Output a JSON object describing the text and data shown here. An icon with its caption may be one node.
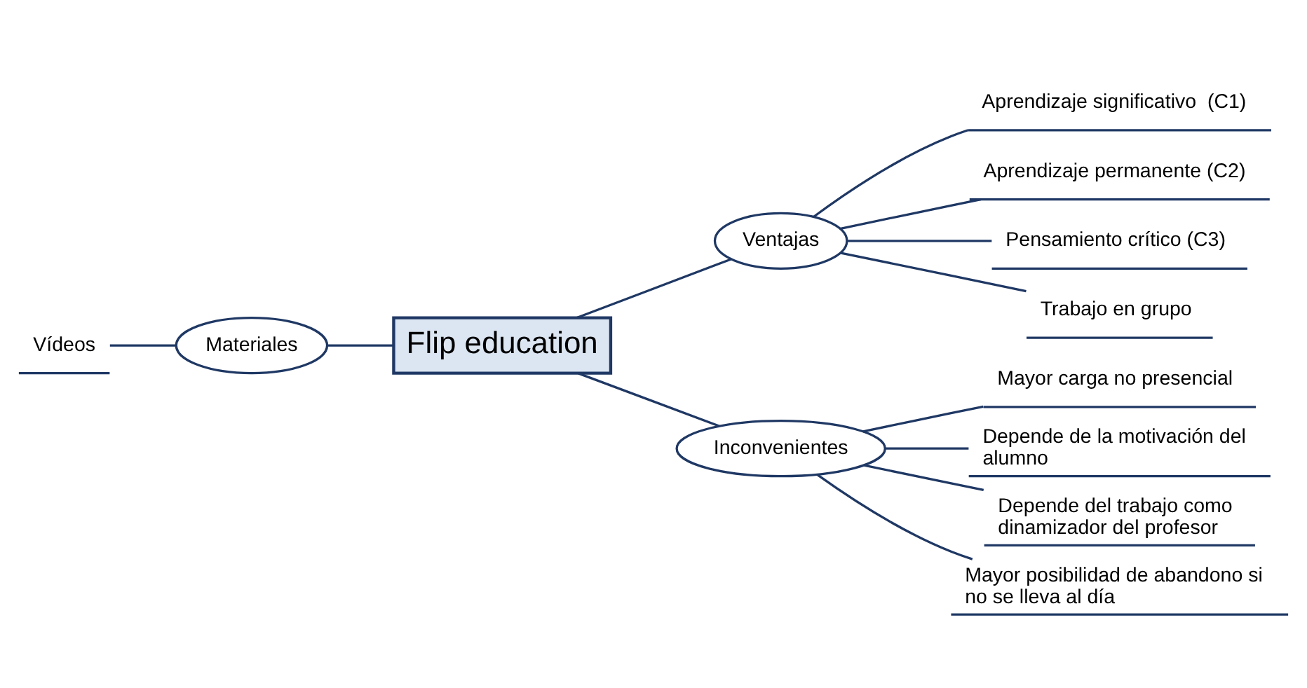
{
  "diagram": {
    "nodes": [
      {
        "text": [
          "Vídeos"
        ]
      },
      {
        "text": [
          "Materiales"
        ]
      },
      {
        "text": [
          "Flip education"
        ]
      },
      {
        "text": [
          "Ventajas"
        ]
      },
      {
        "text": [
          "Inconvenientes"
        ]
      },
      {
        "text": [
          "Aprendizaje significativo  (C1)"
        ]
      },
      {
        "text": [
          "Aprendizaje permanente (C2)"
        ]
      },
      {
        "text": [
          "Pensamiento crítico (C3)"
        ]
      },
      {
        "text": [
          "Trabajo en grupo"
        ]
      },
      {
        "text": [
          "Mayor carga no presencial"
        ]
      },
      {
        "text": [
          "Depende de la motivación del alumno"
        ]
      },
      {
        "text": [
          "Depende del trabajo como dinamizador del profesor"
        ]
      },
      {
        "text": [
          "Mayor posibilidad de abandono si no se lleva al día"
        ]
      }
    ],
    "edges": [
      {
        "from": 0,
        "to": 1,
        "arrow": "none"
      },
      {
        "from": 1,
        "to": 2,
        "arrow": "none"
      },
      {
        "from": 2,
        "to": 3,
        "arrow": "none"
      },
      {
        "from": 2,
        "to": 4,
        "arrow": "none"
      },
      {
        "from": 3,
        "to": 5,
        "arrow": "none"
      },
      {
        "from": 3,
        "to": 6,
        "arrow": "none"
      },
      {
        "from": 3,
        "to": 7,
        "arrow": "none"
      },
      {
        "from": 3,
        "to": 8,
        "arrow": "none"
      },
      {
        "from": 4,
        "to": 9,
        "arrow": "none"
      },
      {
        "from": 4,
        "to": 10,
        "arrow": "none"
      },
      {
        "from": 4,
        "to": 11,
        "arrow": "none"
      },
      {
        "from": 4,
        "to": 12,
        "arrow": "none"
      }
    ]
  }
}
